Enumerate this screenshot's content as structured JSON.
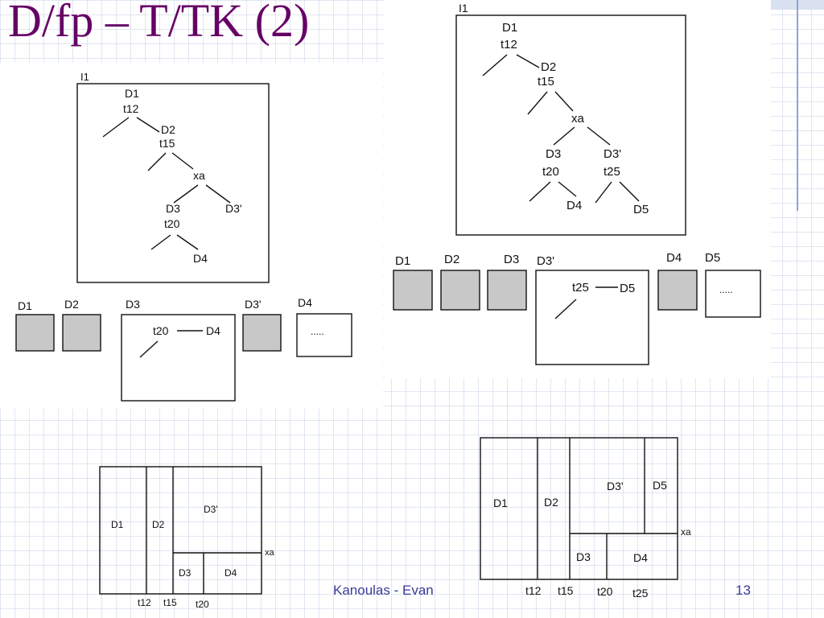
{
  "slide": {
    "title": "D/fp – T/TK (2)",
    "author": "Kanoulas - Evan",
    "page_number": "13"
  },
  "colors": {
    "title": "#660066",
    "footer": "#3a3a9a",
    "page_node_fill": "#c8c8c8",
    "line": "#111111"
  },
  "left_diagram": {
    "tree_label": "I1",
    "tree": {
      "root_node": "D1",
      "root_split": "t12",
      "node_2": "D2",
      "split_2": "t15",
      "split_3": "xa",
      "node_3": "D3",
      "split_4": "t20",
      "node_3b": "D3'",
      "node_4": "D4"
    },
    "pages": {
      "p1": "D1",
      "p2": "D2",
      "p3": "D3",
      "p3b": "D3'",
      "p4": "D4",
      "p3_inner_split": "t20",
      "p3_inner_node": "D4",
      "p4_content": "....."
    },
    "partition": {
      "regions": [
        "D1",
        "D2",
        "D3'",
        "D3",
        "D4"
      ],
      "axis_x_labels": [
        "t12",
        "t15",
        "t20"
      ],
      "axis_y_label": "xa"
    }
  },
  "right_diagram": {
    "tree_label": "I1",
    "tree": {
      "root_node": "D1",
      "root_split": "t12",
      "node_2": "D2",
      "split_2": "t15",
      "split_3": "xa",
      "node_3": "D3",
      "split_4": "t20",
      "node_3b": "D3'",
      "split_5": "t25",
      "node_4": "D4",
      "node_5": "D5"
    },
    "pages": {
      "p1": "D1",
      "p2": "D2",
      "p3": "D3",
      "p3b": "D3'",
      "p4": "D4",
      "p5": "D5",
      "p3b_inner_split": "t25",
      "p3b_inner_node": "D5",
      "p5_content": "....."
    },
    "partition": {
      "regions": [
        "D1",
        "D2",
        "D3'",
        "D5",
        "D3",
        "D4"
      ],
      "axis_x_labels": [
        "t12",
        "t15",
        "t20",
        "t25"
      ],
      "axis_y_label": "xa"
    }
  }
}
